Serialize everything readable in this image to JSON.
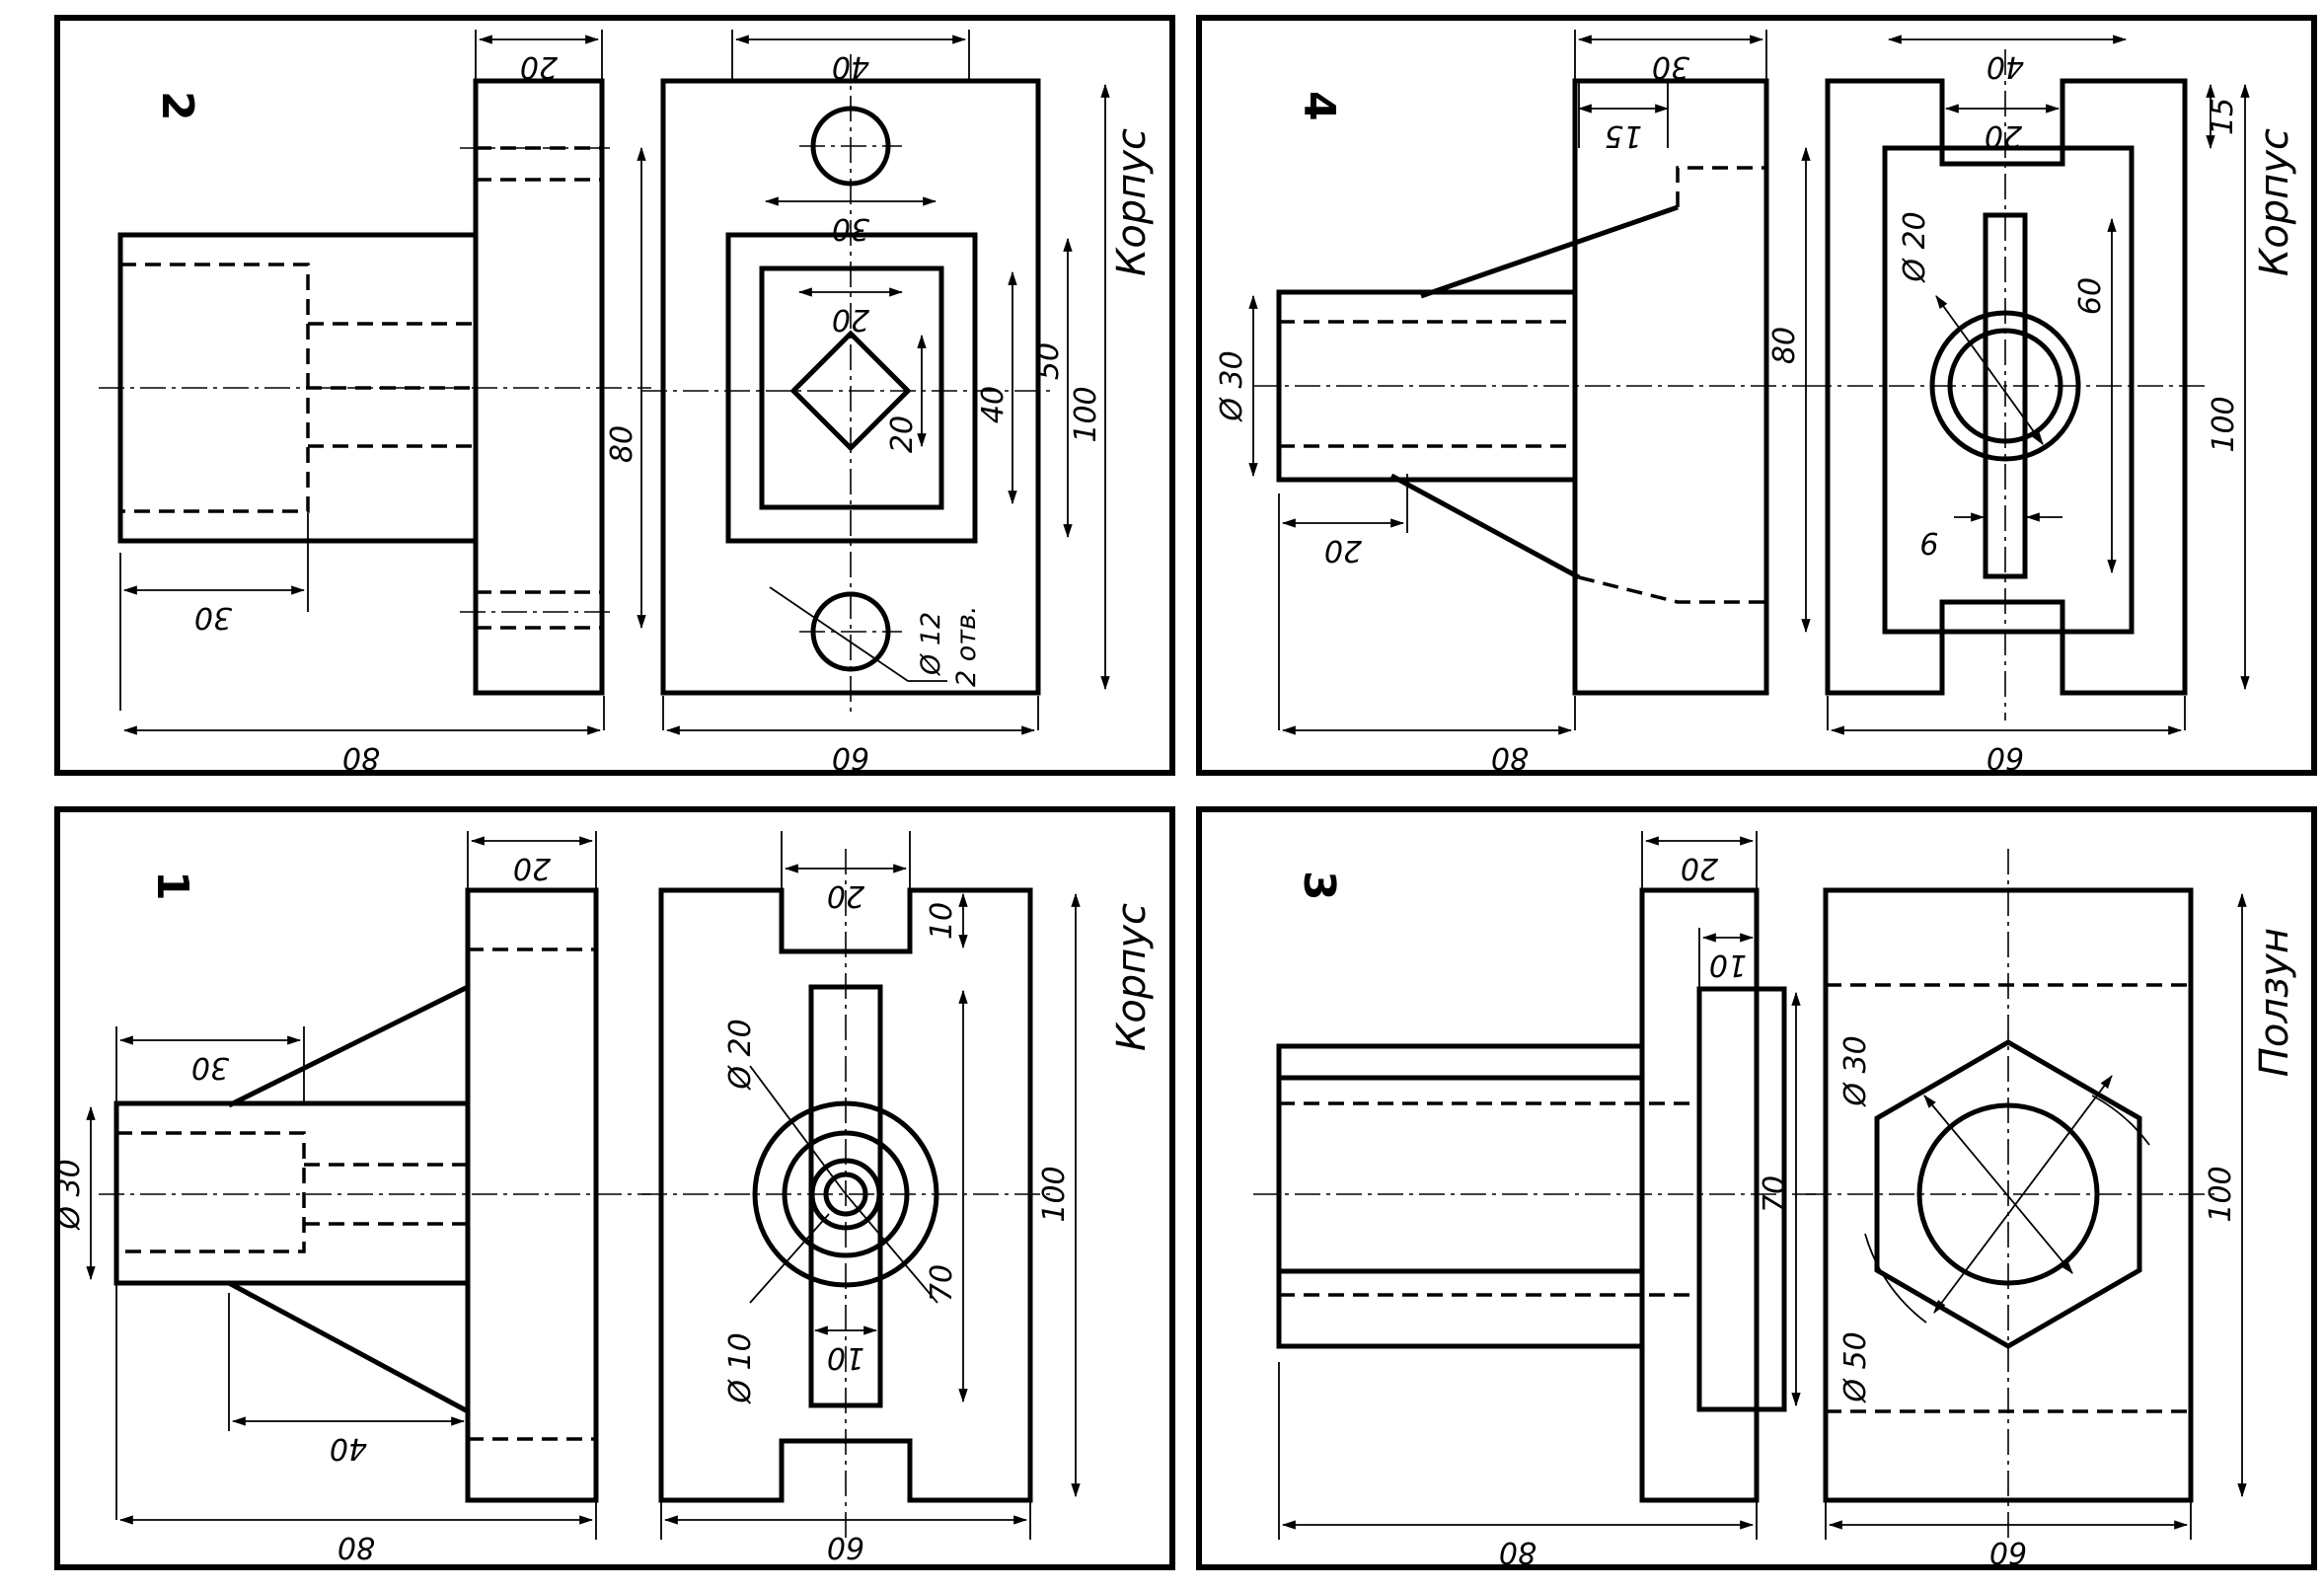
{
  "sheets": [
    {
      "id": "1",
      "number": "1",
      "title": "Корпус",
      "dims": {
        "top_width": "20",
        "slot_width": "20",
        "slot_depth": "10",
        "left_length": "30",
        "left_dia": "Ø 30",
        "rib_length": "40",
        "overall_length": "80",
        "front_width": "60",
        "height": "100",
        "slot_length": "70",
        "outer_hole": "Ø 20",
        "inner_hole": "Ø 10",
        "slot_bottom": "10"
      }
    },
    {
      "id": "2",
      "number": "2",
      "title": "Корпус",
      "dims": {
        "top_width": "20",
        "front_top": "40",
        "recess_width": "30",
        "square_size": "20",
        "left_length": "30",
        "overall_length": "80",
        "flange_height": "80",
        "height": "100",
        "recess_height": "50",
        "inner_height": "40",
        "square_height": "20",
        "hole_dia": "Ø 12",
        "hole_count": "2 отв.",
        "front_width": "60"
      }
    },
    {
      "id": "3",
      "number": "3",
      "title": "Ползун",
      "dims": {
        "top_width": "20",
        "step": "10",
        "height_70": "70",
        "hex_hole": "Ø 30",
        "hex_outer": "Ø 50",
        "height": "100",
        "overall_length": "80",
        "front_width": "60"
      }
    },
    {
      "id": "4",
      "number": "4",
      "title": "Корпус",
      "dims": {
        "top_width": "30",
        "step": "15",
        "front_top": "40",
        "slot_top": "20",
        "side_step": "15",
        "left_dia": "Ø 30",
        "left_offset": "20",
        "flange_height": "80",
        "hole_dia": "Ø 20",
        "slot_length": "60",
        "slot_width": "9",
        "height": "100",
        "overall_length": "80",
        "front_width": "60"
      }
    }
  ]
}
